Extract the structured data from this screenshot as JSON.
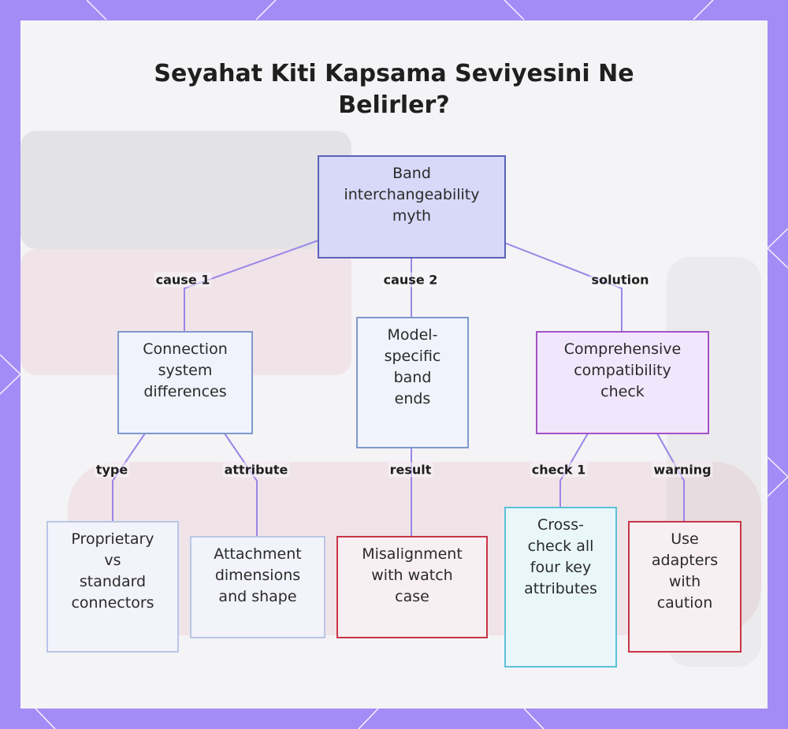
{
  "title": {
    "line1": "Seyahat Kiti Kapsama Seviyesini Ne",
    "line2": "Belirler?"
  },
  "nodes": {
    "root": [
      "Band",
      "interchangeability",
      "myth"
    ],
    "connection": [
      "Connection",
      "system",
      "differences"
    ],
    "model_specific": [
      "Model-",
      "specific",
      "band",
      "ends"
    ],
    "comprehensive": [
      "Comprehensive",
      "compatibility",
      "check"
    ],
    "proprietary": [
      "Proprietary",
      "vs",
      "standard",
      "connectors"
    ],
    "attachment": [
      "Attachment",
      "dimensions",
      "and shape"
    ],
    "misalignment": [
      "Misalignment",
      "with watch",
      "case"
    ],
    "crosscheck": [
      "Cross-",
      "check all",
      "four key",
      "attributes"
    ],
    "adapters": [
      "Use",
      "adapters",
      "with",
      "caution"
    ]
  },
  "edges": {
    "cause1": "cause 1",
    "cause2": "cause 2",
    "solution": "solution",
    "type": "type",
    "attribute": "attribute",
    "result": "result",
    "check1": "check 1",
    "warning": "warning"
  },
  "colors": {
    "frame": "#a48cf7",
    "card": "#f7f6f9",
    "connector": "#9b85e8",
    "root_fill": "#d8d9f8",
    "root_border": "#5a62b8",
    "purple_border": "#a353c6",
    "red_border": "#c83446",
    "cyan_border": "#5ec0d8"
  }
}
